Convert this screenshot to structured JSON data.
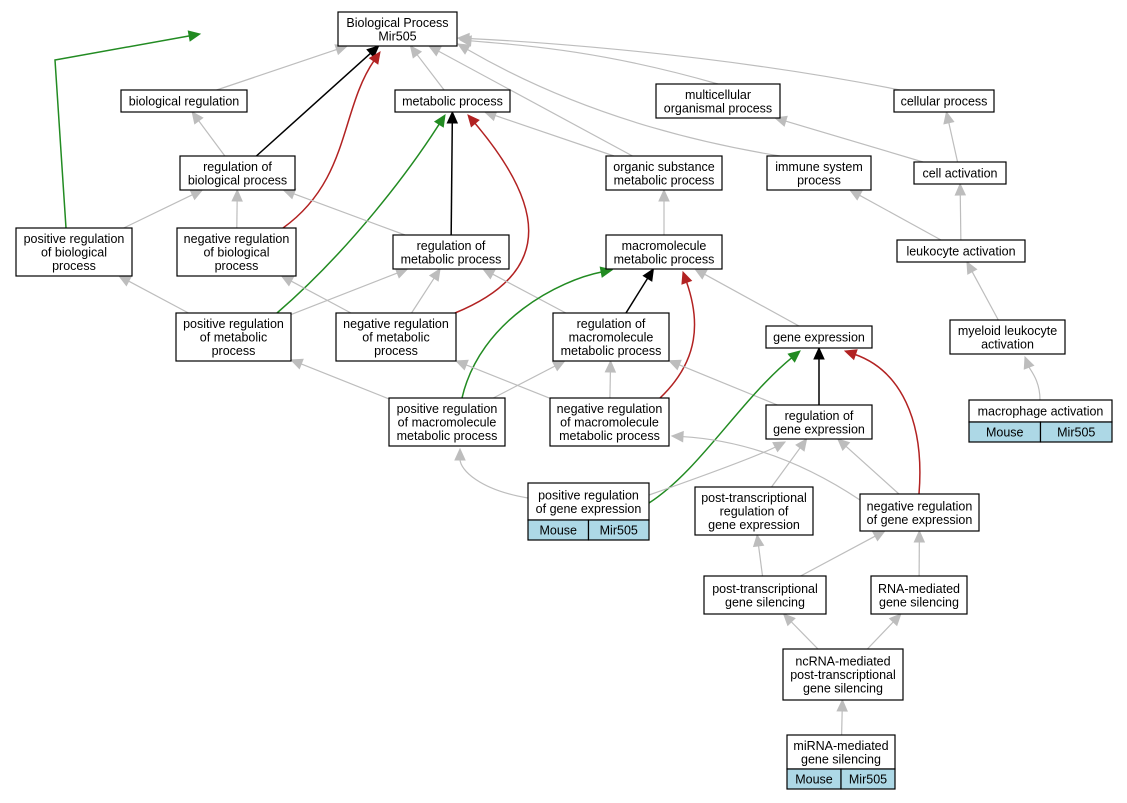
{
  "diagram": {
    "edge_colors": {
      "is_a": "#bdbdbd",
      "part_of": "#000000",
      "positively_regulates": "#228b22",
      "negatively_regulates": "#b22222"
    },
    "annotation_fill": "#add8e6",
    "nodes": [
      {
        "id": "bp",
        "lines": [
          "Biological Process",
          "Mir505"
        ]
      },
      {
        "id": "bioreg",
        "lines": [
          "biological regulation"
        ]
      },
      {
        "id": "metab",
        "lines": [
          "metabolic process"
        ]
      },
      {
        "id": "multi",
        "lines": [
          "multicellular",
          "organismal process"
        ]
      },
      {
        "id": "cellproc",
        "lines": [
          "cellular process"
        ]
      },
      {
        "id": "regbio",
        "lines": [
          "regulation of",
          "biological process"
        ]
      },
      {
        "id": "organic",
        "lines": [
          "organic substance",
          "metabolic process"
        ]
      },
      {
        "id": "immune",
        "lines": [
          "immune system",
          "process"
        ]
      },
      {
        "id": "cellact",
        "lines": [
          "cell activation"
        ]
      },
      {
        "id": "posbio",
        "lines": [
          "positive regulation",
          "of biological",
          "process"
        ]
      },
      {
        "id": "negbio",
        "lines": [
          "negative regulation",
          "of biological",
          "process"
        ]
      },
      {
        "id": "regmet",
        "lines": [
          "regulation of",
          "metabolic process"
        ]
      },
      {
        "id": "macro",
        "lines": [
          "macromolecule",
          "metabolic process"
        ]
      },
      {
        "id": "leuk",
        "lines": [
          "leukocyte activation"
        ]
      },
      {
        "id": "posmet",
        "lines": [
          "positive regulation",
          "of metabolic",
          "process"
        ]
      },
      {
        "id": "negmet",
        "lines": [
          "negative regulation",
          "of metabolic",
          "process"
        ]
      },
      {
        "id": "regmacro",
        "lines": [
          "regulation of",
          "macromolecule",
          "metabolic process"
        ]
      },
      {
        "id": "geneexp",
        "lines": [
          "gene expression"
        ]
      },
      {
        "id": "myeloid",
        "lines": [
          "myeloid leukocyte",
          "activation"
        ]
      },
      {
        "id": "posmacro",
        "lines": [
          "positive regulation",
          "of macromolecule",
          "metabolic process"
        ]
      },
      {
        "id": "negmacro",
        "lines": [
          "negative regulation",
          "of macromolecule",
          "metabolic process"
        ]
      },
      {
        "id": "reggene",
        "lines": [
          "regulation of",
          "gene expression"
        ]
      },
      {
        "id": "macroph",
        "lines": [
          "macrophage activation"
        ],
        "annotation": [
          "Mouse",
          "Mir505"
        ]
      },
      {
        "id": "posgene",
        "lines": [
          "positive regulation",
          "of gene expression"
        ],
        "annotation": [
          "Mouse",
          "Mir505"
        ]
      },
      {
        "id": "ptreg",
        "lines": [
          "post-transcriptional",
          "regulation of",
          "gene expression"
        ]
      },
      {
        "id": "neggene",
        "lines": [
          "negative regulation",
          "of gene expression"
        ]
      },
      {
        "id": "ptsil",
        "lines": [
          "post-transcriptional",
          "gene silencing"
        ]
      },
      {
        "id": "rnasil",
        "lines": [
          "RNA-mediated",
          "gene silencing"
        ]
      },
      {
        "id": "ncrna",
        "lines": [
          "ncRNA-mediated",
          "post-transcriptional",
          "gene silencing"
        ]
      },
      {
        "id": "mirna",
        "lines": [
          "miRNA-mediated",
          "gene silencing"
        ],
        "annotation": [
          "Mouse",
          "Mir505"
        ]
      }
    ],
    "edges": [
      {
        "from": "bioreg",
        "to": "bp",
        "type": "is_a"
      },
      {
        "from": "metab",
        "to": "bp",
        "type": "is_a"
      },
      {
        "from": "multi",
        "to": "bp",
        "type": "is_a"
      },
      {
        "from": "cellproc",
        "to": "bp",
        "type": "is_a"
      },
      {
        "from": "organic",
        "to": "bp",
        "type": "is_a"
      },
      {
        "from": "immune",
        "to": "bp",
        "type": "is_a"
      },
      {
        "from": "regbio",
        "to": "bp",
        "type": "part_of"
      },
      {
        "from": "negbio",
        "to": "bp",
        "type": "negatively_regulates"
      },
      {
        "from": "posbio",
        "to": "bp",
        "type": "positively_regulates"
      },
      {
        "from": "regbio",
        "to": "bioreg",
        "type": "is_a"
      },
      {
        "from": "organic",
        "to": "metab",
        "type": "is_a"
      },
      {
        "from": "regmet",
        "to": "metab",
        "type": "part_of"
      },
      {
        "from": "posmet",
        "to": "metab",
        "type": "positively_regulates"
      },
      {
        "from": "negmet",
        "to": "metab",
        "type": "negatively_regulates"
      },
      {
        "from": "cellact",
        "to": "cellproc",
        "type": "is_a"
      },
      {
        "from": "cellact",
        "to": "multi",
        "type": "is_a"
      },
      {
        "from": "posbio",
        "to": "regbio",
        "type": "is_a"
      },
      {
        "from": "negbio",
        "to": "regbio",
        "type": "is_a"
      },
      {
        "from": "regmet",
        "to": "regbio",
        "type": "is_a"
      },
      {
        "from": "macro",
        "to": "organic",
        "type": "is_a"
      },
      {
        "from": "leuk",
        "to": "immune",
        "type": "is_a"
      },
      {
        "from": "leuk",
        "to": "cellact",
        "type": "is_a"
      },
      {
        "from": "posmet",
        "to": "posbio",
        "type": "is_a"
      },
      {
        "from": "negmet",
        "to": "negbio",
        "type": "is_a"
      },
      {
        "from": "posmet",
        "to": "regmet",
        "type": "is_a"
      },
      {
        "from": "negmet",
        "to": "regmet",
        "type": "is_a"
      },
      {
        "from": "regmacro",
        "to": "regmet",
        "type": "is_a"
      },
      {
        "from": "geneexp",
        "to": "macro",
        "type": "is_a"
      },
      {
        "from": "regmacro",
        "to": "macro",
        "type": "part_of"
      },
      {
        "from": "posmacro",
        "to": "macro",
        "type": "positively_regulates"
      },
      {
        "from": "negmacro",
        "to": "macro",
        "type": "negatively_regulates"
      },
      {
        "from": "myeloid",
        "to": "leuk",
        "type": "is_a"
      },
      {
        "from": "posmacro",
        "to": "posmet",
        "type": "is_a"
      },
      {
        "from": "negmacro",
        "to": "negmet",
        "type": "is_a"
      },
      {
        "from": "posmacro",
        "to": "regmacro",
        "type": "is_a"
      },
      {
        "from": "negmacro",
        "to": "regmacro",
        "type": "is_a"
      },
      {
        "from": "reggene",
        "to": "regmacro",
        "type": "is_a"
      },
      {
        "from": "reggene",
        "to": "geneexp",
        "type": "part_of"
      },
      {
        "from": "posgene",
        "to": "geneexp",
        "type": "positively_regulates"
      },
      {
        "from": "neggene",
        "to": "geneexp",
        "type": "negatively_regulates"
      },
      {
        "from": "macroph",
        "to": "myeloid",
        "type": "is_a"
      },
      {
        "from": "posgene",
        "to": "posmacro",
        "type": "is_a"
      },
      {
        "from": "posgene",
        "to": "reggene",
        "type": "is_a"
      },
      {
        "from": "neggene",
        "to": "negmacro",
        "type": "is_a"
      },
      {
        "from": "neggene",
        "to": "reggene",
        "type": "is_a"
      },
      {
        "from": "ptreg",
        "to": "reggene",
        "type": "is_a"
      },
      {
        "from": "ptsil",
        "to": "ptreg",
        "type": "is_a"
      },
      {
        "from": "ptsil",
        "to": "neggene",
        "type": "is_a"
      },
      {
        "from": "rnasil",
        "to": "neggene",
        "type": "is_a"
      },
      {
        "from": "ncrna",
        "to": "ptsil",
        "type": "is_a"
      },
      {
        "from": "ncrna",
        "to": "rnasil",
        "type": "is_a"
      },
      {
        "from": "mirna",
        "to": "ncrna",
        "type": "is_a"
      }
    ]
  }
}
